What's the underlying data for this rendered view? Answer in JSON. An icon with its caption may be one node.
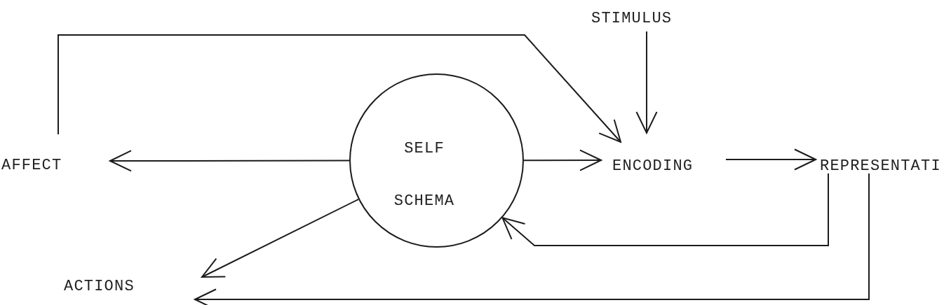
{
  "diagram": {
    "nodes": [
      {
        "text": [
          "STIMULUS"
        ]
      },
      {
        "text": [
          "AFFECT"
        ]
      },
      {
        "text": [
          "SELF",
          "SCHEMA"
        ]
      },
      {
        "text": [
          "ENCODING"
        ]
      },
      {
        "text": [
          "REPRESENTATI"
        ]
      },
      {
        "text": [
          "ACTIONS"
        ]
      }
    ],
    "edges": [
      {
        "from": 2,
        "to": 1,
        "arrow": "to"
      },
      {
        "from": 2,
        "to": 3,
        "arrow": "to"
      },
      {
        "from": 0,
        "to": 3,
        "arrow": "to"
      },
      {
        "from": 3,
        "to": 4,
        "arrow": "to"
      },
      {
        "from": 1,
        "to": 3,
        "arrow": "to"
      },
      {
        "from": 4,
        "to": 2,
        "arrow": "to"
      },
      {
        "from": 4,
        "to": 5,
        "arrow": "to"
      },
      {
        "from": 2,
        "to": 5,
        "arrow": "to"
      }
    ]
  }
}
